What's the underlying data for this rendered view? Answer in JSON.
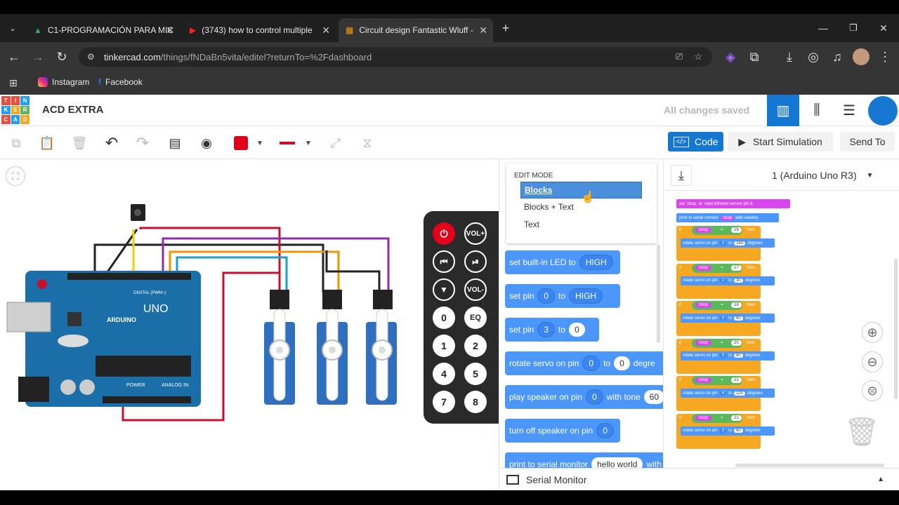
{
  "browser": {
    "tabs": [
      {
        "title": "C1-PROGRAMACIÓN PARA MIC",
        "icon": "drive-icon"
      },
      {
        "title": "(3743) how to control multiple",
        "icon": "youtube-icon"
      },
      {
        "title": "Circuit design Fantastic Wluff -",
        "icon": "tinkercad-icon"
      }
    ],
    "url_host": "tinkercad.com",
    "url_path": "/things/fNDaBn5vita/editel?returnTo=%2Fdashboard",
    "bookmarks": [
      "Instagram",
      "Facebook"
    ]
  },
  "tinkercad": {
    "logo_letters": [
      "T",
      "I",
      "N",
      "K",
      "E",
      "R",
      "C",
      "A",
      "D"
    ],
    "project_name": "ACD EXTRA",
    "save_status": "All changes saved",
    "code_button": "Code",
    "start_sim_button": "Start Simulation",
    "send_to_button": "Send To",
    "board_select": "1 (Arduino Uno R3)",
    "serial_monitor": "Serial Monitor",
    "colors": {
      "accent": "#1477d2",
      "block_blue": "#4c97ff",
      "block_purple": "#d946ef",
      "block_orange": "#f7a822",
      "block_green": "#5cb85c"
    }
  },
  "edit_mode": {
    "heading": "EDIT MODE",
    "options": [
      "Blocks",
      "Blocks + Text",
      "Text"
    ],
    "selected": "Blocks"
  },
  "blocks": {
    "b1": {
      "label": "set built-in LED to",
      "value": "HIGH"
    },
    "b2": {
      "label": "set pin",
      "pin": "0",
      "to": "to",
      "value": "HIGH"
    },
    "b3": {
      "label": "set pin",
      "pin": "3",
      "to": "to",
      "value": "0"
    },
    "b4": {
      "label": "rotate servo on pin",
      "pin": "0",
      "to": "to",
      "value": "0",
      "suffix": "degre"
    },
    "b5": {
      "label": "play speaker on pin",
      "pin": "0",
      "with": "with tone",
      "value": "60"
    },
    "b6": {
      "label": "turn off speaker on pin",
      "pin": "0"
    },
    "b7": {
      "label": "print to serial monitor",
      "value": "hello world",
      "with": "with"
    }
  },
  "script": {
    "set_line": {
      "set": "set",
      "var": "tstop",
      "to": "to",
      "read": "read infrared sensor pin",
      "pin": "8"
    },
    "print_line": {
      "label": "print to serial monitor",
      "var": "tstop",
      "with": "with",
      "newline": "newline"
    },
    "if_blocks": [
      {
        "if": "if",
        "var": "tstop",
        "op": "=",
        "val": "16",
        "then": "then",
        "rotate": "rotate servo on pin",
        "pin": "2",
        "to": "to",
        "deg": "160",
        "degrees": "degrees"
      },
      {
        "if": "if",
        "var": "tstop",
        "op": "=",
        "val": "17",
        "then": "then",
        "rotate": "rotate servo on pin",
        "pin": "2",
        "to": "to",
        "deg": "30",
        "degrees": "degrees"
      },
      {
        "if": "if",
        "var": "tstop",
        "op": "=",
        "val": "18",
        "then": "then",
        "rotate": "rotate servo on pin",
        "pin": "3",
        "to": "to",
        "deg": "60",
        "degrees": "degrees"
      },
      {
        "if": "if",
        "var": "tstop",
        "op": "=",
        "val": "20",
        "then": "then",
        "rotate": "rotate servo on pin",
        "pin": "3",
        "to": "to",
        "deg": "80",
        "degrees": "degrees"
      },
      {
        "if": "if",
        "var": "tstop",
        "op": "=",
        "val": "21",
        "then": "then",
        "rotate": "rotate servo on pin",
        "pin": "4",
        "to": "to",
        "deg": "120",
        "degrees": "degrees"
      },
      {
        "if": "if",
        "var": "tstop",
        "op": "=",
        "val": "21",
        "then": "then",
        "rotate": "rotate servo on pin",
        "pin": "3",
        "to": "to",
        "deg": "60",
        "degrees": "degrees"
      }
    ]
  },
  "remote": {
    "vol_up": "VOL+",
    "vol_down": "VOL-",
    "eq": "EQ",
    "digits": [
      "0",
      "1",
      "2",
      "4",
      "5",
      "7",
      "8"
    ]
  },
  "arduino": {
    "brand": "ARDUINO",
    "model": "UNO",
    "digital_label": "DIGITAL (PWM~)",
    "power_label": "POWER",
    "analog_label": "ANALOG IN"
  }
}
